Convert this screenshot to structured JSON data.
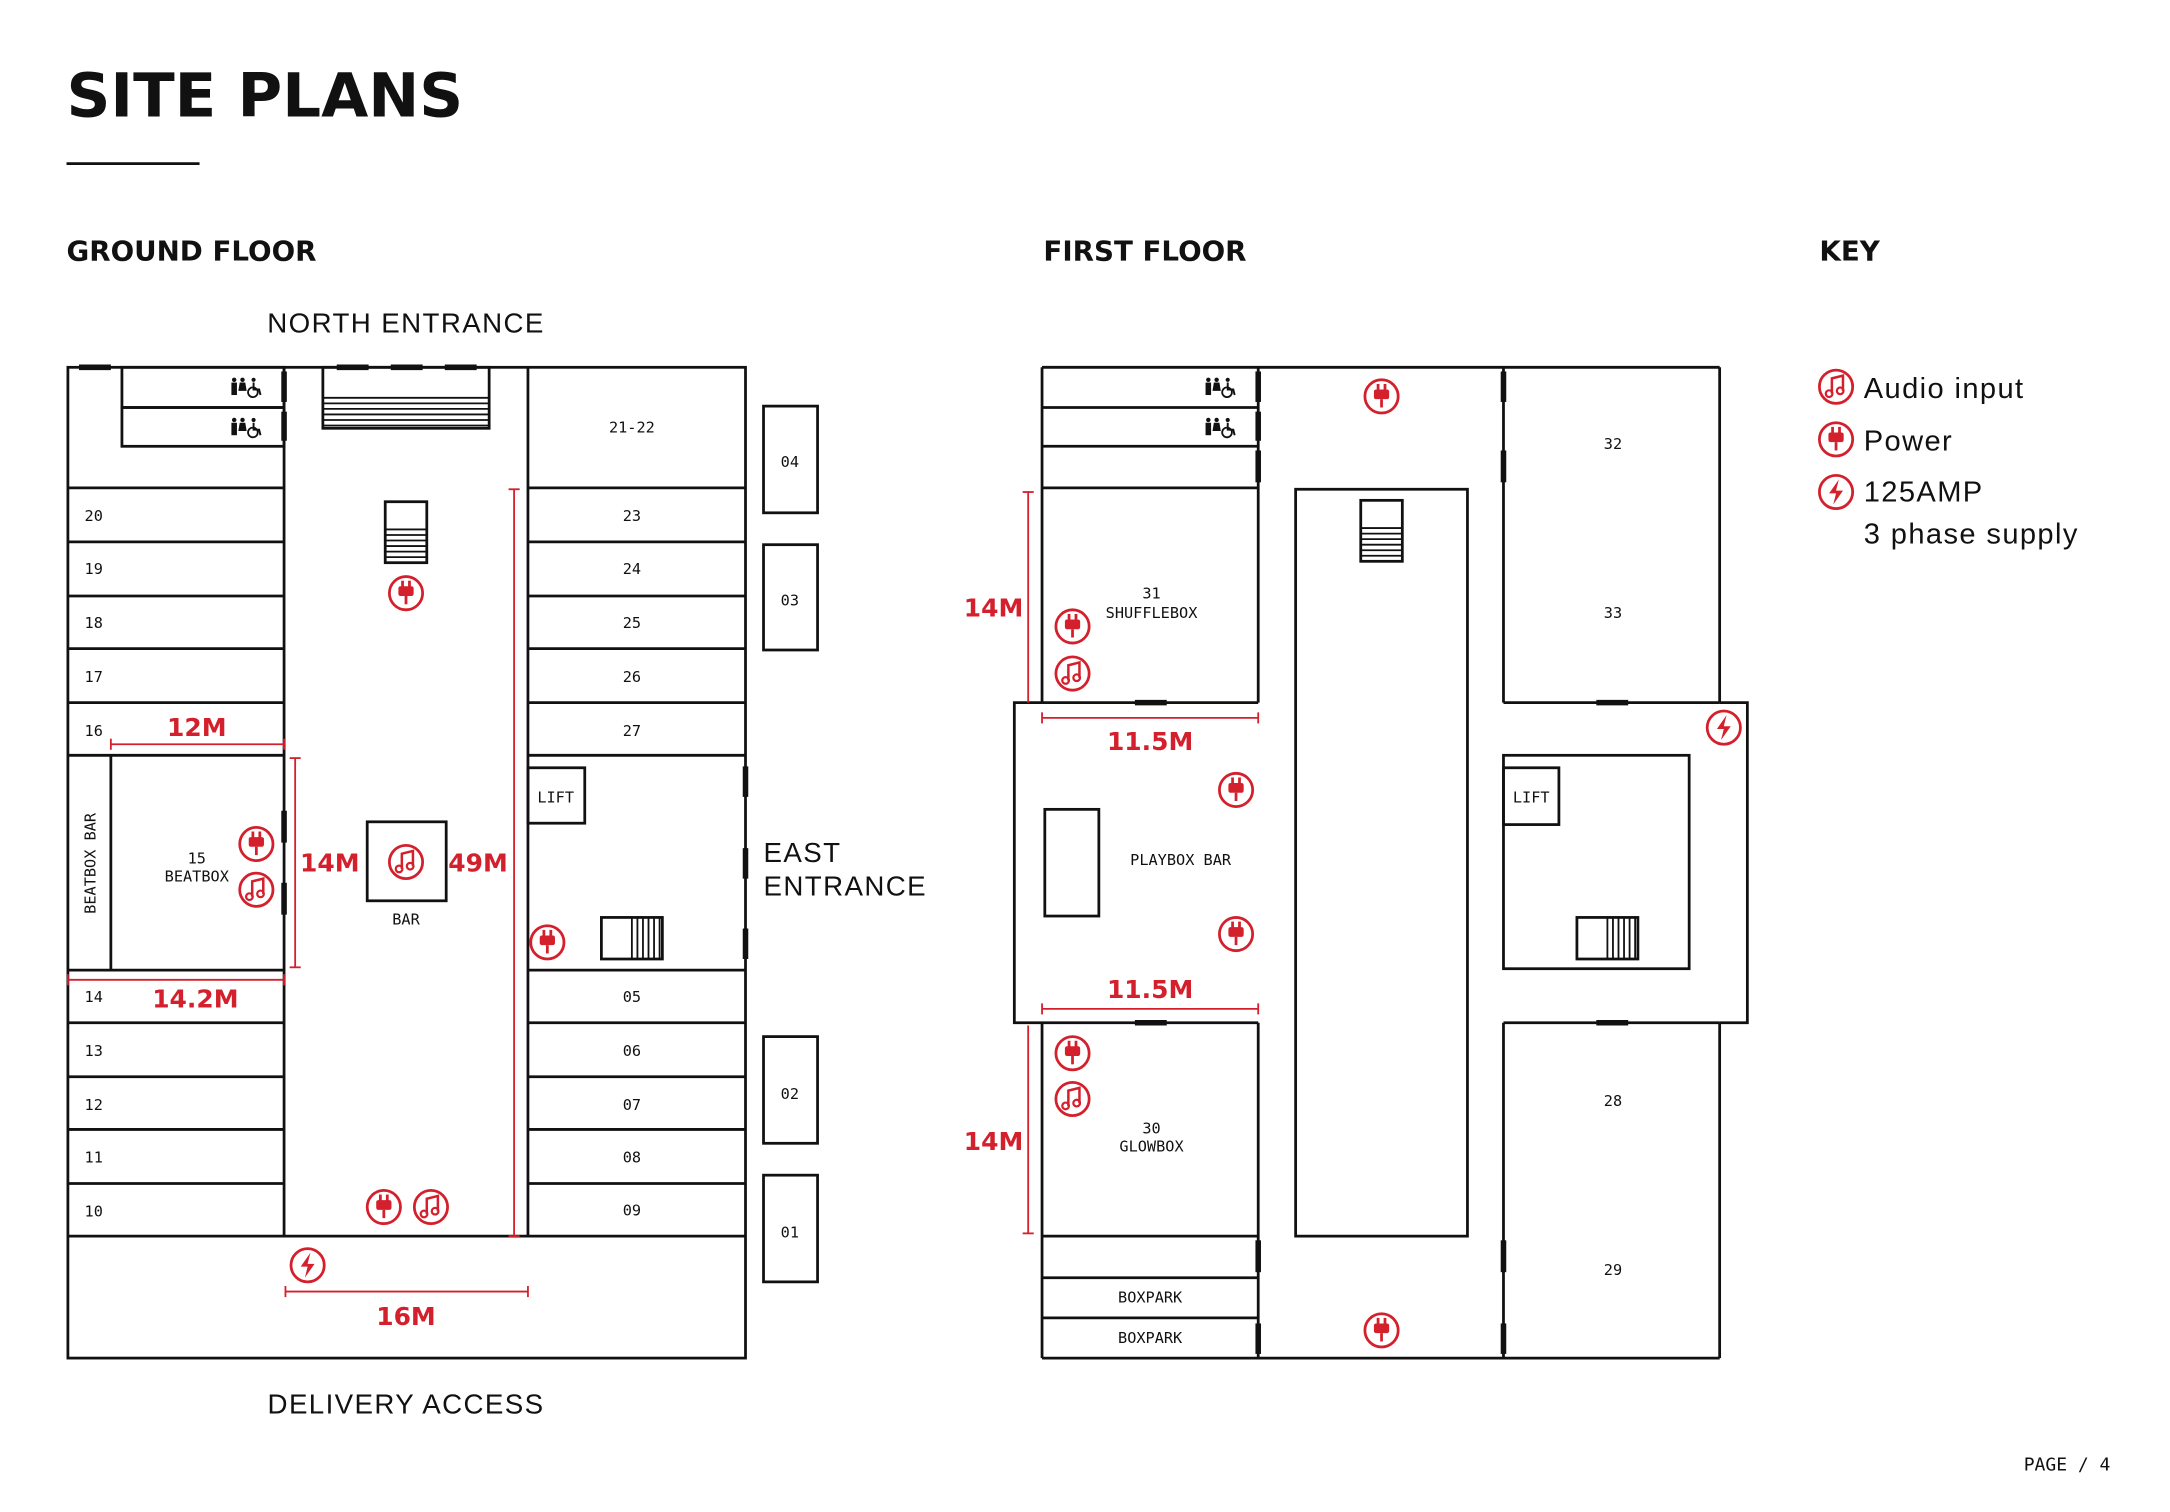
{
  "page_title": "SITE PLANS",
  "sections": {
    "ground": "GROUND FLOOR",
    "first": "FIRST FLOOR",
    "key": "KEY"
  },
  "entrances": {
    "north": "NORTH ENTRANCE",
    "east_line1": "EAST",
    "east_line2": "ENTRANCE",
    "delivery": "DELIVERY ACCESS"
  },
  "ground_units": {
    "left": [
      "20",
      "19",
      "18",
      "17",
      "16",
      "14",
      "13",
      "12",
      "11",
      "10"
    ],
    "right_top": [
      "21-22",
      "23",
      "24",
      "25",
      "26",
      "27"
    ],
    "right_bottom": [
      "05",
      "06",
      "07",
      "08",
      "09"
    ],
    "outside": [
      "04",
      "03",
      "02",
      "01"
    ],
    "beatbox_number": "15",
    "beatbox_name": "BEATBOX",
    "beatbox_bar": "BEATBOX BAR",
    "bar": "BAR",
    "lift": "LIFT"
  },
  "first_units": {
    "shufflebox_number": "31",
    "shufflebox_name": "SHUFFLEBOX",
    "glowbox_number": "30",
    "glowbox_name": "GLOWBOX",
    "playbox_bar": "PLAYBOX BAR",
    "lift": "LIFT",
    "boxpark": [
      "BOXPARK",
      "BOXPARK"
    ],
    "right": [
      "32",
      "33",
      "28",
      "29"
    ]
  },
  "dimensions": {
    "ground_12m": "12M",
    "ground_14m": "14M",
    "ground_49m": "49M",
    "ground_14_2m": "14.2M",
    "ground_16m": "16M",
    "first_14m_top": "14M",
    "first_11_5m_top": "11.5M",
    "first_11_5m_bottom": "11.5M",
    "first_14m_bottom": "14M"
  },
  "key_items": [
    {
      "icon": "audio-input-icon",
      "label": "Audio input"
    },
    {
      "icon": "power-icon",
      "label": "Power"
    },
    {
      "icon": "bolt-icon",
      "label": "125AMP",
      "label2": "3 phase supply"
    }
  ],
  "footer": {
    "page": "PAGE / 4"
  },
  "colors": {
    "accent": "#d4202c",
    "ink": "#111111"
  }
}
